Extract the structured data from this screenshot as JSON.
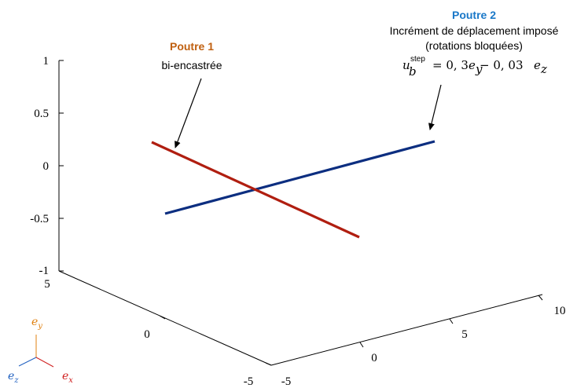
{
  "axes": {
    "z_ticks": [
      "1",
      "0.5",
      "0",
      "-0.5",
      "-1"
    ],
    "y_ticks": [
      "5",
      "0",
      "-5"
    ],
    "x_ticks": [
      "-5",
      "0",
      "5",
      "10"
    ]
  },
  "beam1": {
    "title": "Poutre 1",
    "desc": "bi-encastrée",
    "color": "#C06010",
    "line_color": "#B01E10"
  },
  "beam2": {
    "title": "Poutre 2",
    "line1": "Incrément de déplacement imposé",
    "line2": "(rotations bloquées)",
    "formula": {
      "u": "u",
      "sub": "b",
      "sup": "step",
      "rhs_a": "= 0, 3",
      "e1": "e",
      "e1_sub": "y",
      "rhs_b": " − 0, 03",
      "e2": "e",
      "e2_sub": "z"
    },
    "color": "#1A78C8",
    "line_color": "#0C2E80"
  },
  "triad": {
    "ey": "e",
    "ey_sub": "y",
    "ez": "e",
    "ez_sub": "z",
    "ex": "e",
    "ex_sub": "x",
    "ey_color": "#E08010",
    "ez_color": "#2060C0",
    "ex_color": "#D02020"
  }
}
